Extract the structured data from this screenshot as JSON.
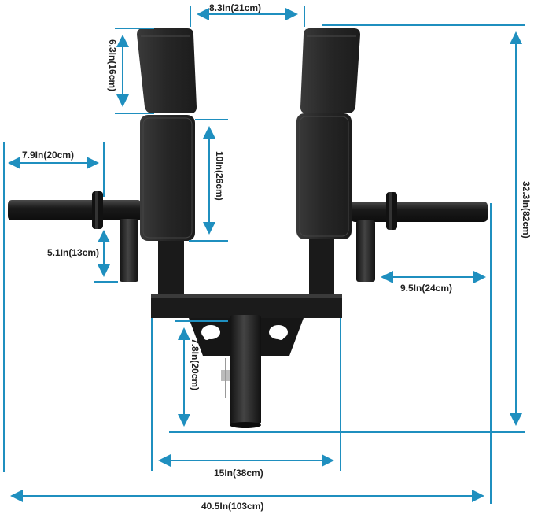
{
  "product": {
    "description_visible": "Leg roller attachment with dimensions",
    "colors": {
      "frame": "#1a1a1a",
      "pad": "#2a2a2a",
      "pad_edge": "#3a3a3a",
      "dimension_line": "#1f8fbf",
      "label": "#222222",
      "background": "#ffffff"
    }
  },
  "dimensions": {
    "pad_gap": "8.3In(21cm)",
    "upper_pad_height": "6.3In(16cm)",
    "lower_pad_height": "10In(26cm)",
    "handle_length_left": "7.9In(20cm)",
    "handle_drop": "5.1In(13cm)",
    "handle_length_right": "9.5In(24cm)",
    "total_height": "32.3In(82cm)",
    "post_height": "7.8In(20cm)",
    "crossbar_width": "15In(38cm)",
    "total_width": "40.5In(103cm)"
  }
}
